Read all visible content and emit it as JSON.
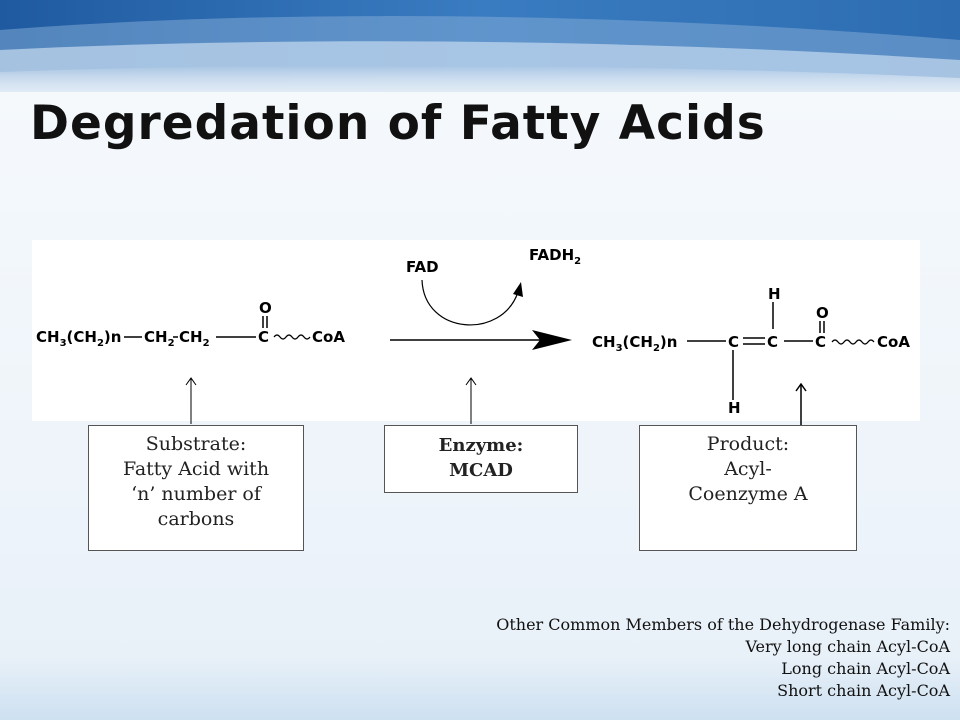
{
  "slide": {
    "title": "Degredation of Fatty Acids"
  },
  "reaction": {
    "substrate": {
      "prefix": "CH",
      "sub3": "3",
      "paren": "(CH",
      "sub2": "2",
      "n": ")n",
      "ch2_a": "CH",
      "ch2_a_sub": "2",
      "ch2_b": "CH",
      "ch2_b_sub": "2",
      "carbon": "C",
      "oxygen": "O",
      "coa": "CoA"
    },
    "cofactor_in": "FAD",
    "cofactor_out": "FADH",
    "cofactor_out_sub": "2",
    "product": {
      "prefix": "CH",
      "sub3": "3",
      "paren": "(CH",
      "sub2": "2",
      "n": ")n",
      "carbon1": "C",
      "carbon2": "C",
      "carbon3": "C",
      "hydrogen_top": "H",
      "hydrogen_bottom": "H",
      "oxygen": "O",
      "coa": "CoA"
    }
  },
  "labels": {
    "substrate": [
      "Substrate:",
      "Fatty Acid with",
      "‘n’ number of",
      "carbons"
    ],
    "enzyme": [
      "Enzyme:",
      "MCAD"
    ],
    "product": [
      "Product:",
      "Acyl-",
      "Coenzyme A"
    ]
  },
  "others": {
    "heading": "Other Common Members of the Dehydrogenase Family:",
    "items": [
      "Very long chain Acyl-CoA",
      "Long chain Acyl-CoA",
      "Short chain Acyl-CoA"
    ]
  },
  "colors": {
    "header_blue": "#2f6fb1",
    "box_border": "#555555",
    "text": "#111111"
  }
}
